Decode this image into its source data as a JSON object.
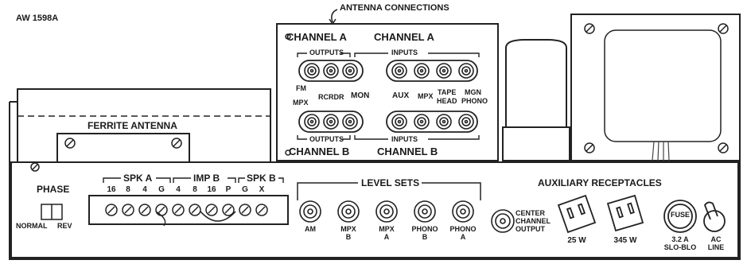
{
  "doc_code": "AW 1598A",
  "antenna_connections": "ANTENNA CONNECTIONS",
  "channel_a": "CHANNEL A",
  "channel_a2": "CHANNEL A",
  "channel_b": "CHANNEL B",
  "channel_b2": "CHANNEL B",
  "outputs": "OUTPUTS",
  "inputs": "INPUTS",
  "jack_labels": {
    "fm_mpx": [
      "FM",
      "MPX"
    ],
    "rcrdr": "RCRDR",
    "mon": "MON",
    "aux": "AUX",
    "mpx": "MPX",
    "tape_head": [
      "TAPE",
      "HEAD"
    ],
    "mgn_phono": [
      "MGN",
      "PHONO"
    ]
  },
  "ferrite_antenna": "FERRITE ANTENNA",
  "phase": "PHASE",
  "normal": "NORMAL",
  "rev": "REV",
  "spk_a": "SPK A",
  "imp_b": "IMP B",
  "spk_b": "SPK B",
  "terminals": [
    "16",
    "8",
    "4",
    "G",
    "4",
    "8",
    "16",
    "P",
    "G",
    "X"
  ],
  "level_sets": {
    "title": "LEVEL SETS",
    "controls": [
      {
        "label": [
          "AM"
        ]
      },
      {
        "label": [
          "MPX",
          "B"
        ]
      },
      {
        "label": [
          "MPX",
          "A"
        ]
      },
      {
        "label": [
          "PHONO",
          "B"
        ]
      },
      {
        "label": [
          "PHONO",
          "A"
        ]
      }
    ]
  },
  "center_channel": [
    "CENTER",
    "CHANNEL",
    "OUTPUT"
  ],
  "auxiliary_receptacles": "AUXILIARY RECEPTACLES",
  "receptacles": [
    {
      "label": "25 W"
    },
    {
      "label": "345 W"
    }
  ],
  "fuse": {
    "face": "FUSE",
    "label": [
      "3.2 A",
      "SLO-BLO"
    ]
  },
  "ac_line": [
    "AC",
    "LINE"
  ]
}
